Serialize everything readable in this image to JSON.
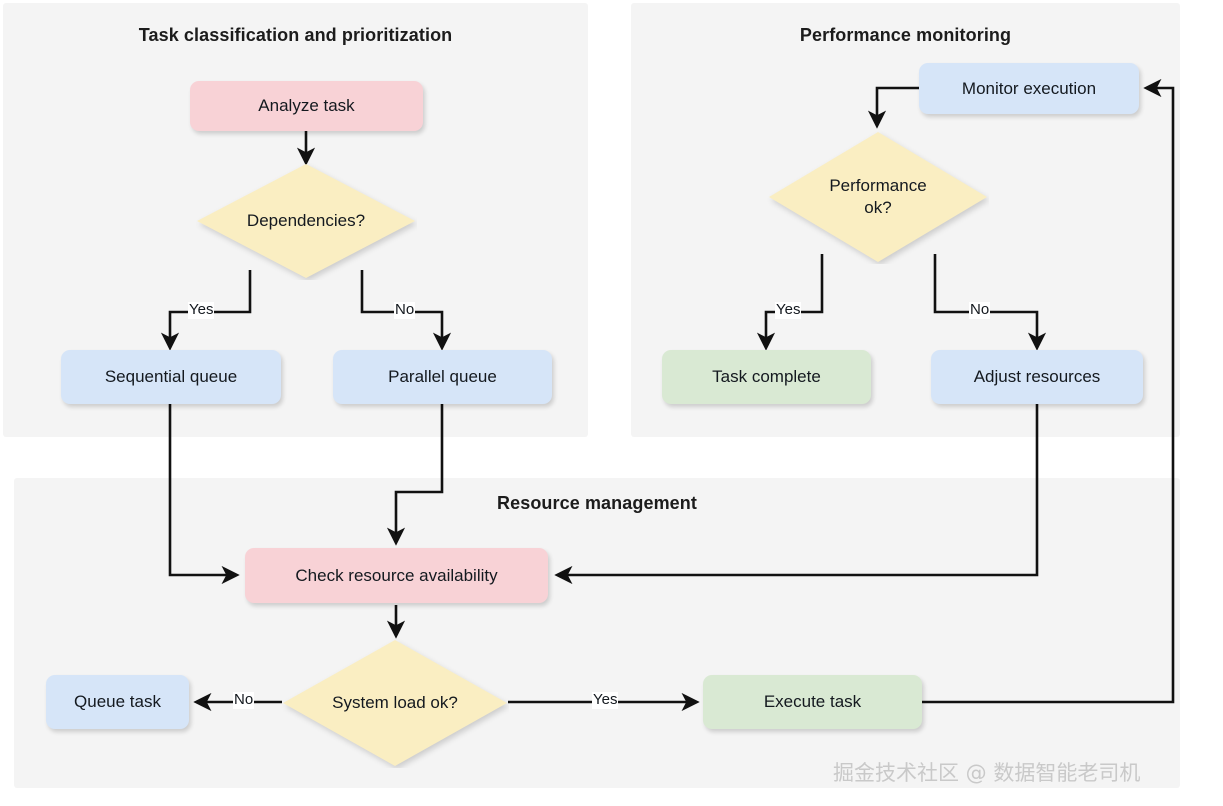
{
  "diagram": {
    "title_alt": "Task orchestration flowchart",
    "panels": [
      {
        "id": "classification",
        "title": "Task classification and prioritization"
      },
      {
        "id": "monitoring",
        "title": "Performance monitoring"
      },
      {
        "id": "resources",
        "title": "Resource management"
      }
    ],
    "nodes": [
      {
        "id": "analyze-task",
        "label": "Analyze task",
        "shape": "rounded-rect",
        "color": "#f8d2d6",
        "panel": "classification"
      },
      {
        "id": "dependencies",
        "label": "Dependencies?",
        "shape": "diamond",
        "color": "#faeec2",
        "panel": "classification"
      },
      {
        "id": "sequential-queue",
        "label": "Sequential queue",
        "shape": "rounded-rect",
        "color": "#d6e5f8",
        "panel": "classification"
      },
      {
        "id": "parallel-queue",
        "label": "Parallel queue",
        "shape": "rounded-rect",
        "color": "#d6e5f8",
        "panel": "classification"
      },
      {
        "id": "monitor-execution",
        "label": "Monitor execution",
        "shape": "rounded-rect",
        "color": "#d6e5f8",
        "panel": "monitoring"
      },
      {
        "id": "performance-ok",
        "label": "Performance ok?",
        "shape": "diamond",
        "color": "#faeec2",
        "panel": "monitoring"
      },
      {
        "id": "performance-ok-l1",
        "label": "Performance",
        "shape": "text-line",
        "color": "#faeec2",
        "panel": "monitoring"
      },
      {
        "id": "performance-ok-l2",
        "label": "ok?",
        "shape": "text-line",
        "color": "#faeec2",
        "panel": "monitoring"
      },
      {
        "id": "task-complete",
        "label": "Task complete",
        "shape": "rounded-rect",
        "color": "#d9e9d3",
        "panel": "monitoring"
      },
      {
        "id": "adjust-resources",
        "label": "Adjust resources",
        "shape": "rounded-rect",
        "color": "#d6e5f8",
        "panel": "monitoring"
      },
      {
        "id": "check-resource",
        "label": "Check resource availability",
        "shape": "rounded-rect",
        "color": "#f8d2d6",
        "panel": "resources"
      },
      {
        "id": "system-load-ok",
        "label": "System load ok?",
        "shape": "diamond",
        "color": "#faeec2",
        "panel": "resources"
      },
      {
        "id": "queue-task",
        "label": "Queue task",
        "shape": "rounded-rect",
        "color": "#d6e5f8",
        "panel": "resources"
      },
      {
        "id": "execute-task",
        "label": "Execute task",
        "shape": "rounded-rect",
        "color": "#d9e9d3",
        "panel": "resources"
      }
    ],
    "edge_labels": [
      {
        "id": "dep-yes",
        "label": "Yes",
        "from": "dependencies",
        "to": "sequential-queue"
      },
      {
        "id": "dep-no",
        "label": "No",
        "from": "dependencies",
        "to": "parallel-queue"
      },
      {
        "id": "perf-yes",
        "label": "Yes",
        "from": "performance-ok",
        "to": "task-complete"
      },
      {
        "id": "perf-no",
        "label": "No",
        "from": "performance-ok",
        "to": "adjust-resources"
      },
      {
        "id": "load-no",
        "label": "No",
        "from": "system-load-ok",
        "to": "queue-task"
      },
      {
        "id": "load-yes",
        "label": "Yes",
        "from": "system-load-ok",
        "to": "execute-task"
      }
    ],
    "watermark": "掘金技术社区 @ 数据智能老司机",
    "colors": {
      "panel_bg": "#f4f4f4",
      "page_bg": "#ffffff",
      "pink": "#f8d2d6",
      "blue": "#d6e5f8",
      "green": "#d9e9d3",
      "yellow": "#faeec2",
      "stroke": "#111111",
      "text": "#14191f",
      "watermark": "#c9c9c9"
    }
  }
}
